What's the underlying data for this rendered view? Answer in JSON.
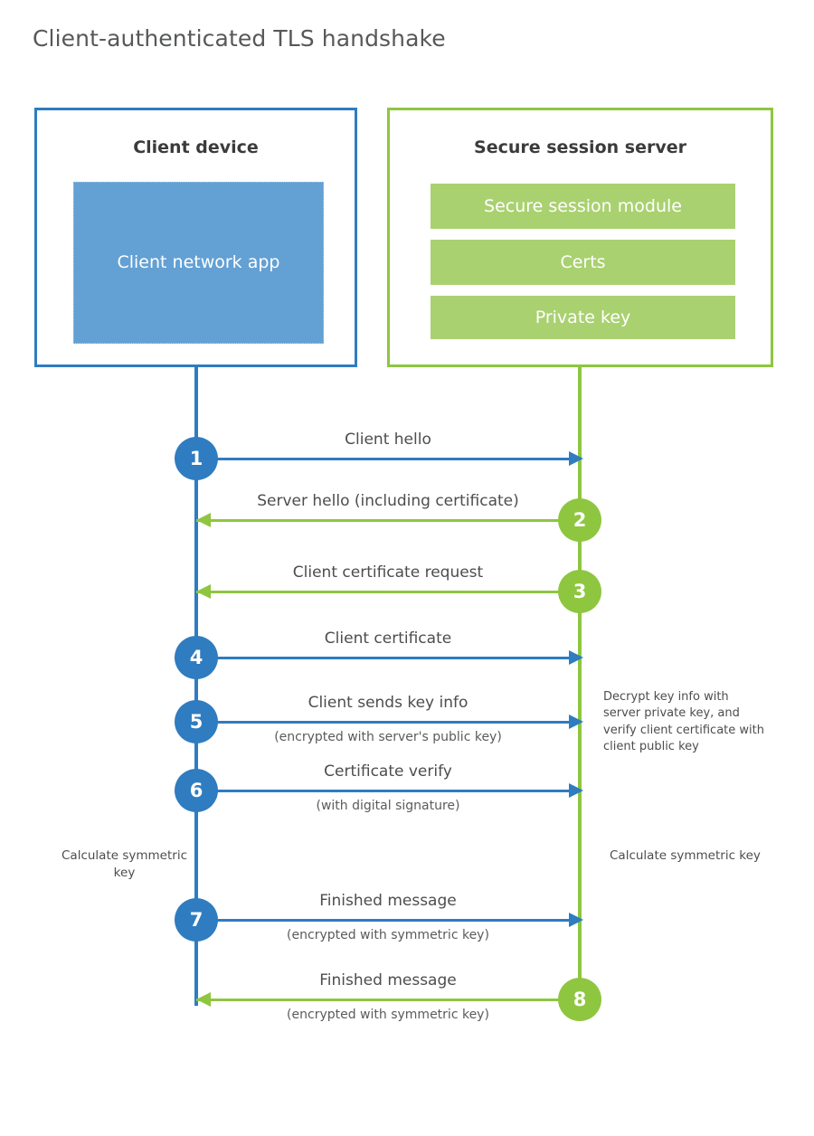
{
  "page": {
    "title": "Client-authenticated TLS handshake"
  },
  "colors": {
    "client_blue": "#2f7cc0",
    "client_app_fill": "#63a0d4",
    "server_green": "#8ec640",
    "server_bar_fill": "#a9d170",
    "title_text": "#57585a",
    "body_text": "#4c4d4f"
  },
  "client": {
    "title": "Client device",
    "app_label": "Client network app"
  },
  "server": {
    "title": "Secure session server",
    "modules": [
      {
        "label": "Secure session module"
      },
      {
        "label": "Certs"
      },
      {
        "label": "Private key"
      }
    ]
  },
  "messages": [
    {
      "step": "1",
      "label": "Client hello",
      "sublabel": "",
      "direction": "client-to-server",
      "origin": "client"
    },
    {
      "step": "2",
      "label": "Server hello (including certificate)",
      "sublabel": "",
      "direction": "server-to-client",
      "origin": "server"
    },
    {
      "step": "3",
      "label": "Client certificate request",
      "sublabel": "",
      "direction": "server-to-client",
      "origin": "server"
    },
    {
      "step": "4",
      "label": "Client certificate",
      "sublabel": "",
      "direction": "client-to-server",
      "origin": "client"
    },
    {
      "step": "5",
      "label": "Client sends key info",
      "sublabel": "(encrypted with server's public key)",
      "direction": "client-to-server",
      "origin": "client"
    },
    {
      "step": "6",
      "label": "Certificate verify",
      "sublabel": "(with digital signature)",
      "direction": "client-to-server",
      "origin": "client"
    },
    {
      "step": "7",
      "label": "Finished message",
      "sublabel": "(encrypted with symmetric key)",
      "direction": "client-to-server",
      "origin": "client"
    },
    {
      "step": "8",
      "label": "Finished message",
      "sublabel": "(encrypted with symmetric key)",
      "direction": "server-to-client",
      "origin": "server"
    }
  ],
  "notes": {
    "decrypt": "Decrypt key info with server private key, and verify client certificate with client public key",
    "calculate_client": "Calculate symmetric key",
    "calculate_server": "Calculate symmetric key"
  }
}
